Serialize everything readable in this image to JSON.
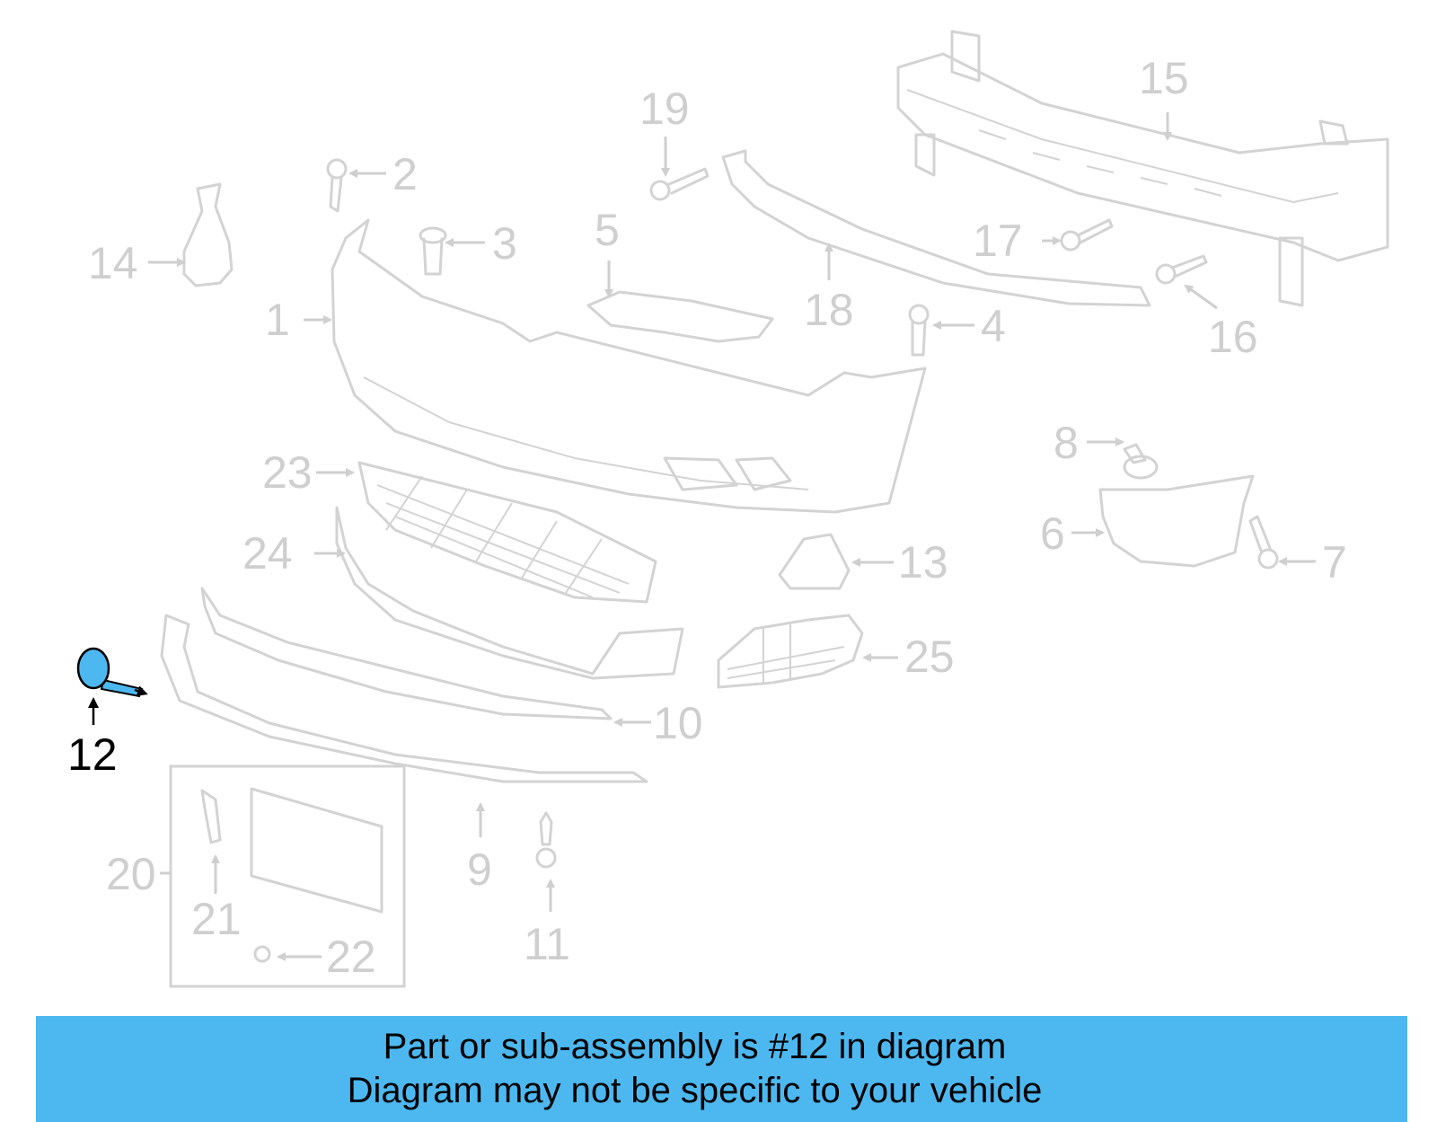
{
  "highlight_color": "#4db8f0",
  "callouts": {
    "c1": "1",
    "c2": "2",
    "c3": "3",
    "c4": "4",
    "c5": "5",
    "c6": "6",
    "c7": "7",
    "c8": "8",
    "c9": "9",
    "c10": "10",
    "c11": "11",
    "c12": "12",
    "c13": "13",
    "c14": "14",
    "c15": "15",
    "c16": "16",
    "c17": "17",
    "c18": "18",
    "c19": "19",
    "c20": "20",
    "c21": "21",
    "c22": "22",
    "c23": "23",
    "c24": "24",
    "c25": "25"
  },
  "caption": {
    "line1": "Part or sub-assembly is #12 in diagram",
    "line2": "Diagram may not be specific to your vehicle"
  }
}
